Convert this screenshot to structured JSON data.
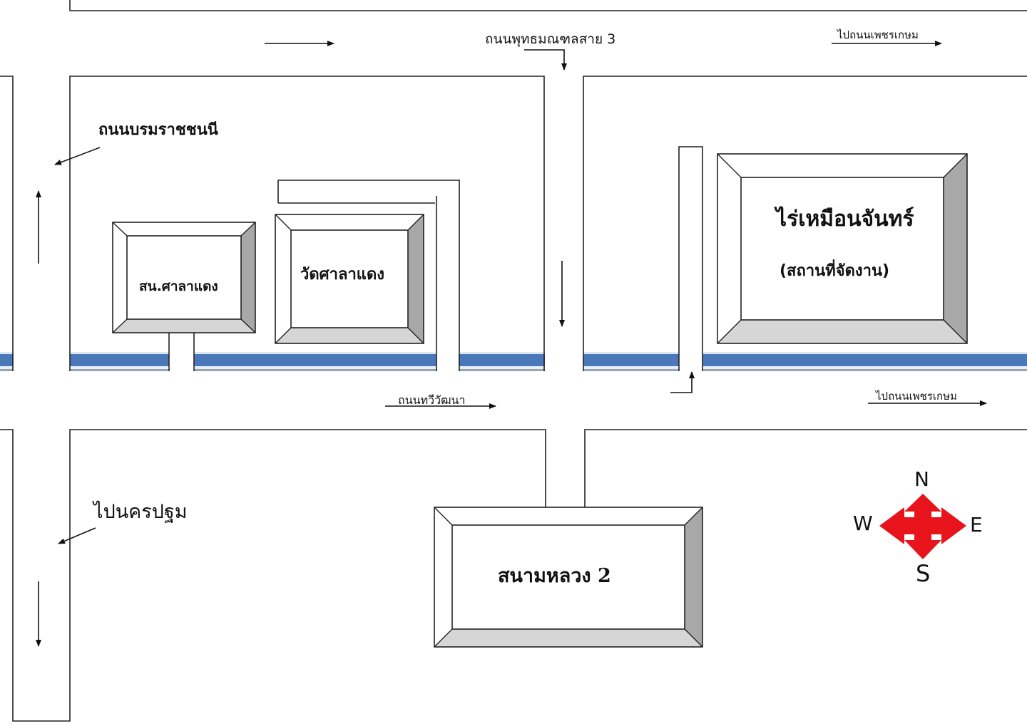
{
  "map": {
    "title": "แผนที่ไร่เหมือนจันทร์",
    "roads": {
      "top_road": "ถนนพุทธมณฑลสาย 3",
      "to_phetkasem_top": "ไปถนนเพชรเกษม",
      "borommaratchachonnani": "ถนนบรมราชชนนี",
      "thawiwatthana": "ถนนทวีวัฒนา",
      "to_phetkasem_bottom": "ไปถนนเพชรเกษม",
      "to_nakhon_pathom": "ไปนครปฐม"
    },
    "places": {
      "police_station": "สน.ศาลาแดง",
      "temple": "วัดศาลาแดง",
      "venue_name": "ไร่เหมือนจันทร์",
      "venue_note": "(สถานที่จัดงาน)",
      "sanam_luang": "สนามหลวง 2"
    },
    "compass": {
      "north": "N",
      "south": "S",
      "east": "E",
      "west": "W"
    },
    "colors": {
      "canal": "#4a78b8",
      "compass": "#e8141c",
      "bevel_dark": "#a8a8a8",
      "bevel_light": "#d6d6d6"
    }
  }
}
